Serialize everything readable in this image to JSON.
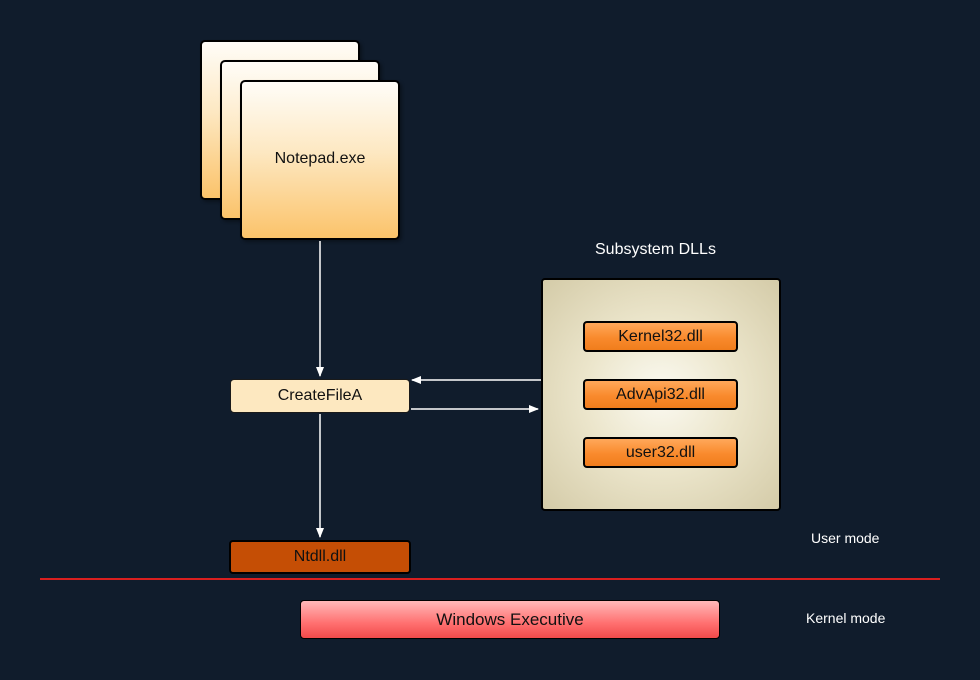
{
  "app": {
    "label": "Notepad.exe"
  },
  "api_call": {
    "label": "CreateFileA"
  },
  "ntdll": {
    "label": "Ntdll.dll"
  },
  "subsystem": {
    "title": "Subsystem DLLs",
    "dlls": [
      "Kernel32.dll",
      "AdvApi32.dll",
      "user32.dll"
    ]
  },
  "modes": {
    "user": "User mode",
    "kernel": "Kernel mode"
  },
  "kernel": {
    "label": "Windows Executive"
  },
  "colors": {
    "background": "#101c2c",
    "divider": "#d91f1f",
    "arrow": "#ffffff",
    "ntdll": "#c54e05",
    "dll": "#f98a2d"
  }
}
